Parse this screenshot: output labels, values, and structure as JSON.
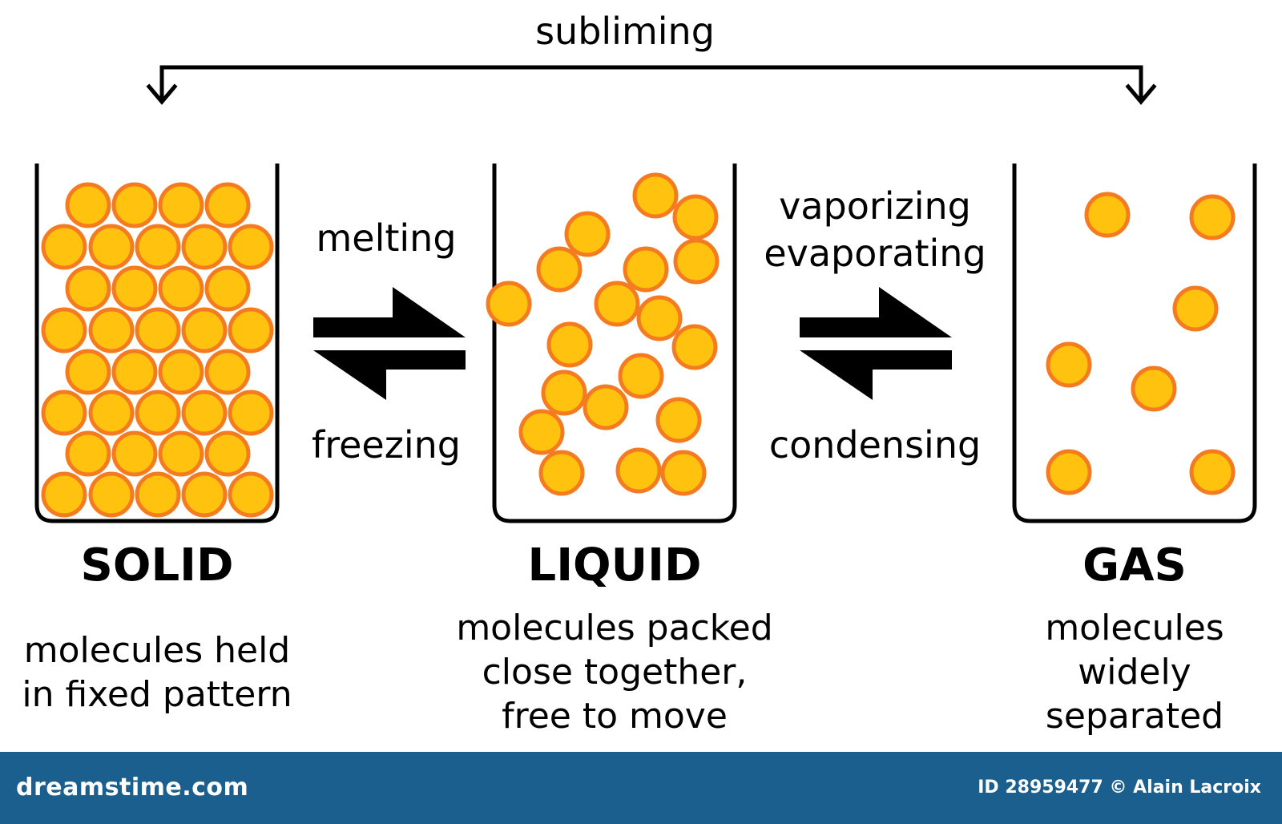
{
  "labels": {
    "subliming": "subliming",
    "melting": "melting",
    "freezing": "freezing",
    "vaporizing": "vaporizing",
    "evaporating": "evaporating",
    "condensing": "condensing"
  },
  "states": {
    "solid": {
      "title": "SOLID",
      "description": [
        "molecules held",
        "in fixed pattern"
      ]
    },
    "liquid": {
      "title": "LIQUID",
      "description": [
        "molecules packed",
        "close together,",
        "free to move"
      ]
    },
    "gas": {
      "title": "GAS",
      "description": [
        "molecules",
        "widely",
        "separated"
      ]
    }
  },
  "colors": {
    "molecule_fill": "#ffc20e",
    "molecule_outline": "#f47b20",
    "footer_background": "#1b5f8e"
  },
  "footer": {
    "brand": "dreamstime.com",
    "credit": "ID 28959477 © Alain Lacroix"
  }
}
